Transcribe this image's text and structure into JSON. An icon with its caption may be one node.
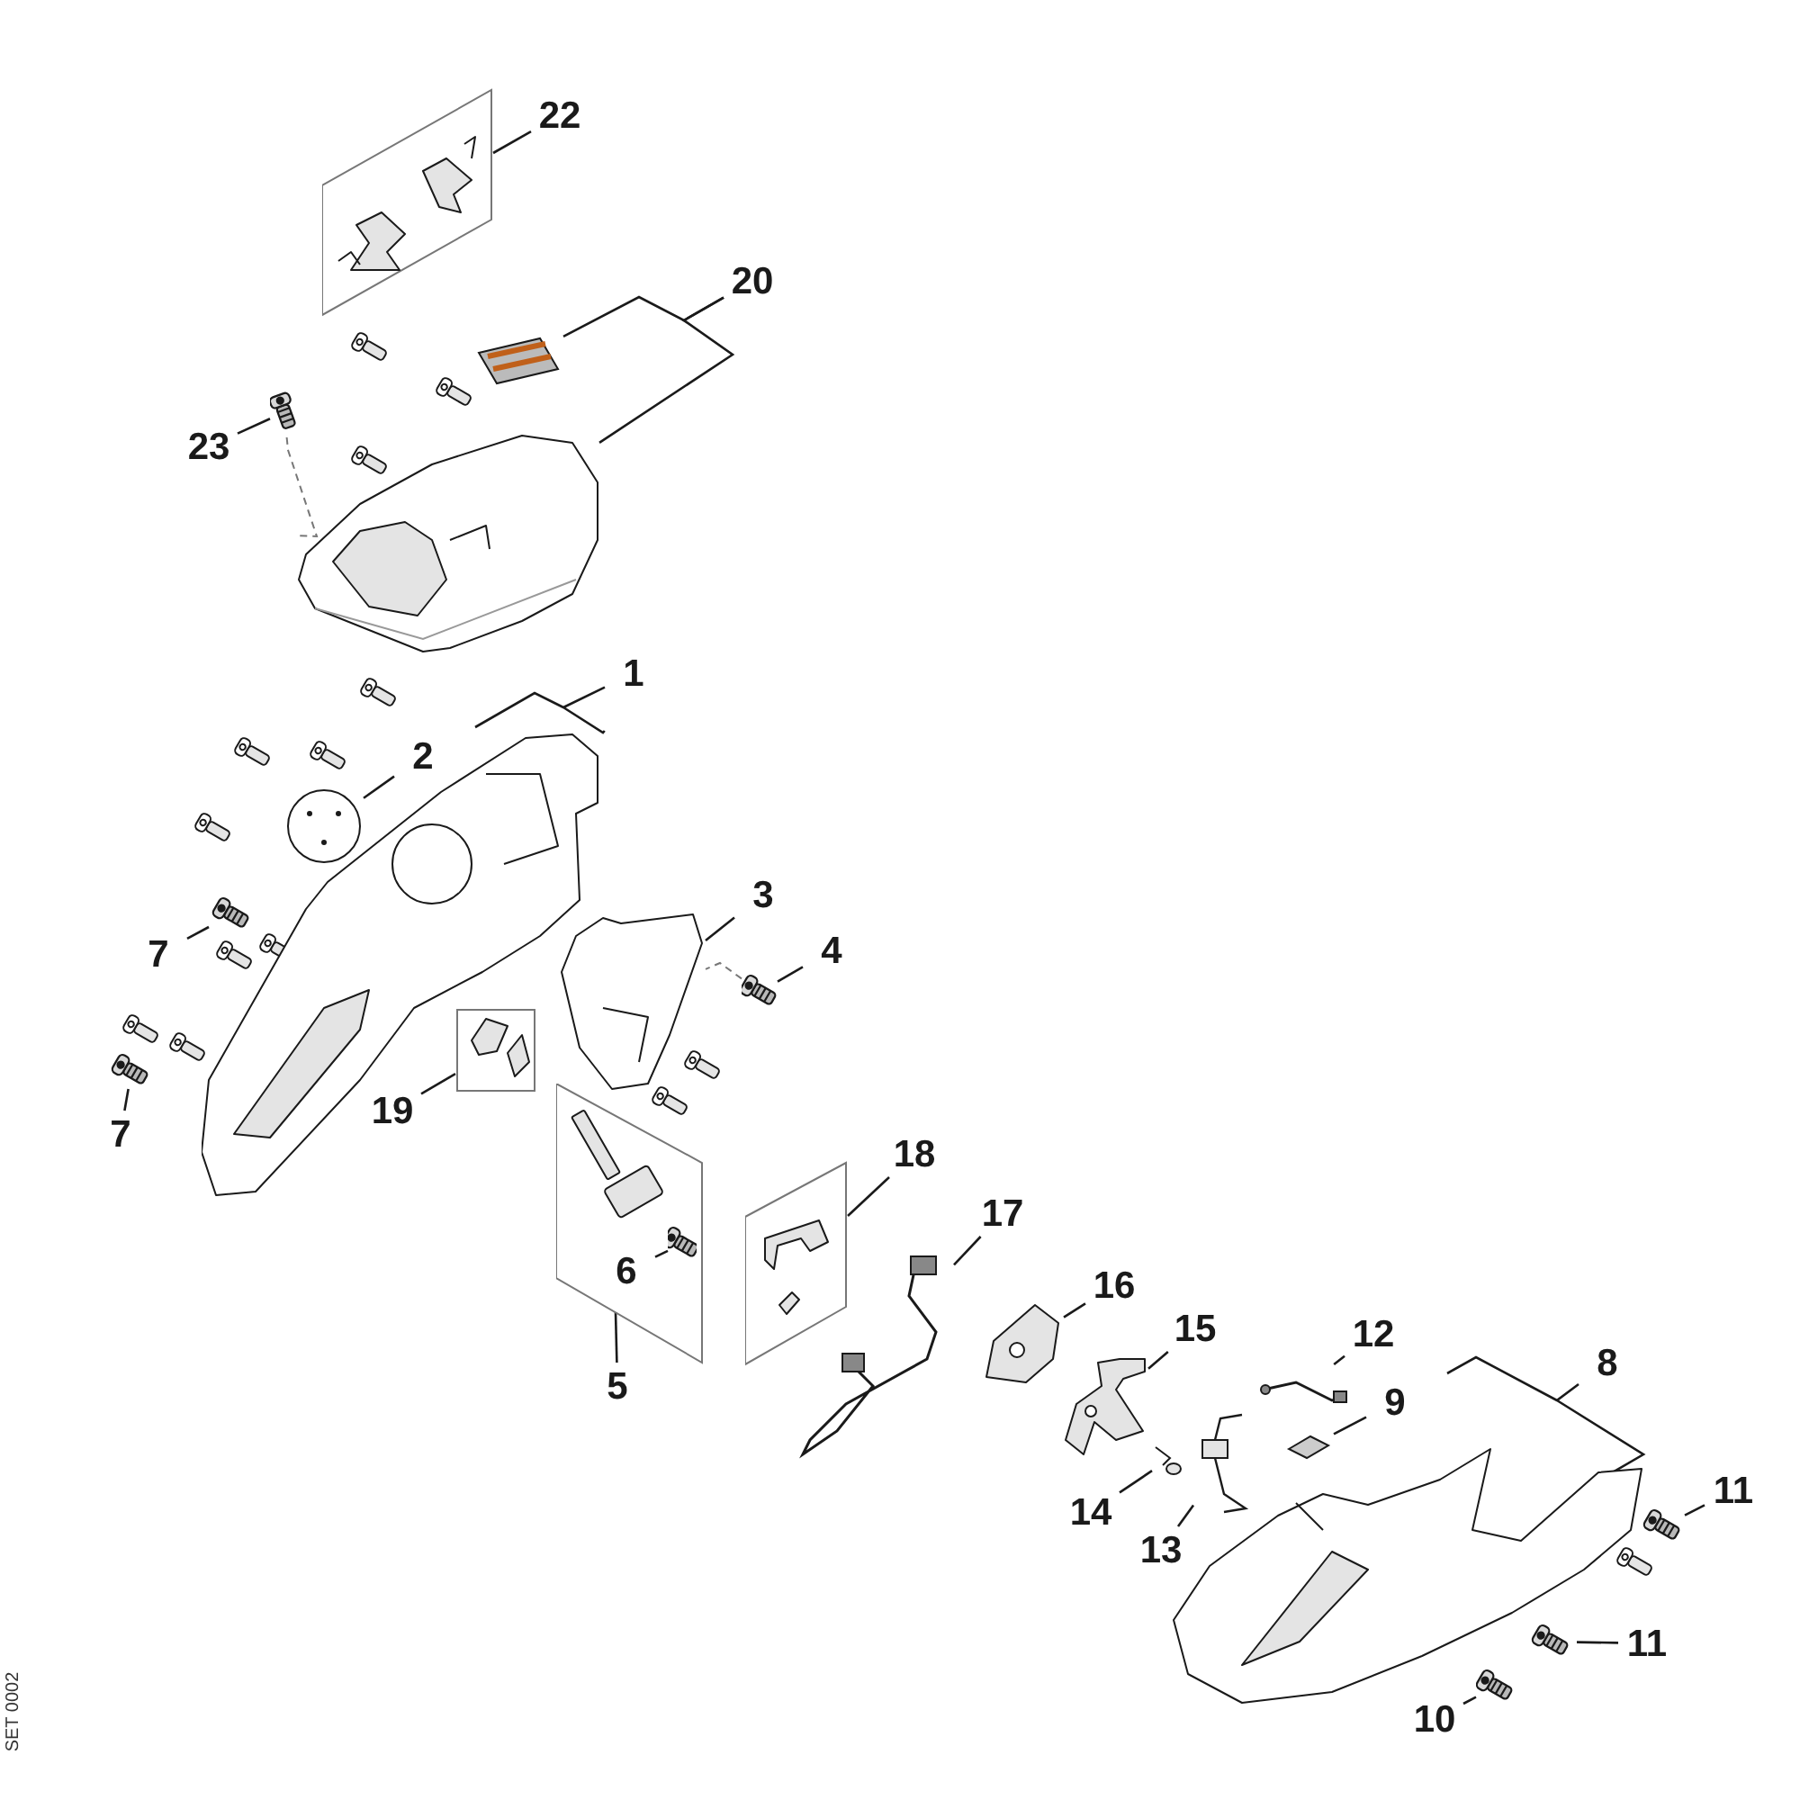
{
  "diagram": {
    "nodes": [
      {
        "text": [
          "22"
        ]
      },
      {
        "text": [],
        "shape": "box"
      },
      {
        "text": [
          "20"
        ]
      },
      {
        "text": [],
        "shape": "picture"
      },
      {
        "text": [],
        "shape": "picture"
      },
      {
        "text": [
          "23"
        ]
      },
      {
        "text": [],
        "shape": "picture"
      },
      {
        "text": [
          "1"
        ]
      },
      {
        "text": [],
        "shape": "picture"
      },
      {
        "text": [
          "2"
        ]
      },
      {
        "text": [],
        "shape": "picture"
      },
      {
        "text": [
          "3"
        ]
      },
      {
        "text": [],
        "shape": "picture"
      },
      {
        "text": [
          "4"
        ]
      },
      {
        "text": [],
        "shape": "picture"
      },
      {
        "text": [
          "7"
        ]
      },
      {
        "text": [],
        "shape": "picture"
      },
      {
        "text": [
          "19"
        ]
      },
      {
        "text": [],
        "shape": "box"
      },
      {
        "text": [
          "7"
        ]
      },
      {
        "text": [],
        "shape": "picture"
      },
      {
        "text": [
          "18"
        ]
      },
      {
        "text": [],
        "shape": "box"
      },
      {
        "text": [
          "17"
        ]
      },
      {
        "text": [],
        "shape": "picture"
      },
      {
        "text": [],
        "shape": "box"
      },
      {
        "text": [
          "6"
        ],
        "in": 25
      },
      {
        "text": [],
        "shape": "picture",
        "in": 25
      },
      {
        "text": [
          "16"
        ]
      },
      {
        "text": [],
        "shape": "picture"
      },
      {
        "text": [
          "15"
        ]
      },
      {
        "text": [],
        "shape": "picture"
      },
      {
        "text": [
          "12"
        ]
      },
      {
        "text": [],
        "shape": "picture"
      },
      {
        "text": [
          "5"
        ]
      },
      {
        "text": [
          "8"
        ]
      },
      {
        "text": [],
        "shape": "picture"
      },
      {
        "text": [
          "9"
        ]
      },
      {
        "text": [],
        "shape": "picture"
      },
      {
        "text": [
          "11"
        ]
      },
      {
        "text": [],
        "shape": "picture"
      },
      {
        "text": [
          "14"
        ]
      },
      {
        "text": [],
        "shape": "picture"
      },
      {
        "text": [
          "13"
        ]
      },
      {
        "text": [],
        "shape": "picture"
      },
      {
        "text": [
          "11"
        ]
      },
      {
        "text": [],
        "shape": "picture"
      },
      {
        "text": [
          "10"
        ]
      },
      {
        "text": [],
        "shape": "picture"
      }
    ],
    "edges": [
      {
        "from": 0,
        "to": 1,
        "arrow": "none"
      },
      {
        "from": 2,
        "to": 3,
        "arrow": "none"
      },
      {
        "from": 2,
        "to": 4,
        "arrow": "none"
      },
      {
        "from": 5,
        "to": 6,
        "arrow": "none"
      },
      {
        "from": 7,
        "to": 8,
        "arrow": "none"
      },
      {
        "from": 9,
        "to": 10,
        "arrow": "none"
      },
      {
        "from": 11,
        "to": 12,
        "arrow": "none"
      },
      {
        "from": 13,
        "to": 14,
        "arrow": "none"
      },
      {
        "from": 15,
        "to": 16,
        "arrow": "none"
      },
      {
        "from": 17,
        "to": 18,
        "arrow": "none"
      },
      {
        "from": 19,
        "to": 20,
        "arrow": "none"
      },
      {
        "from": 21,
        "to": 22,
        "arrow": "none"
      },
      {
        "from": 23,
        "to": 24,
        "arrow": "none"
      },
      {
        "from": 26,
        "to": 27,
        "arrow": "none"
      },
      {
        "from": 28,
        "to": 29,
        "arrow": "none"
      },
      {
        "from": 30,
        "to": 31,
        "arrow": "none"
      },
      {
        "from": 32,
        "to": 33,
        "arrow": "none"
      },
      {
        "from": 34,
        "to": 25,
        "arrow": "none"
      },
      {
        "from": 35,
        "to": 36,
        "arrow": "none"
      },
      {
        "from": 37,
        "to": 38,
        "arrow": "none"
      },
      {
        "from": 39,
        "to": 40,
        "arrow": "none"
      },
      {
        "from": 41,
        "to": 42,
        "arrow": "none"
      },
      {
        "from": 43,
        "to": 44,
        "arrow": "none"
      },
      {
        "from": 45,
        "to": 46,
        "arrow": "none"
      },
      {
        "from": 47,
        "to": 48,
        "arrow": "none"
      },
      {
        "from": 6,
        "to": 4,
        "arrow": "none",
        "style": "dashed",
        "color": "#777777"
      },
      {
        "from": 14,
        "to": 12,
        "arrow": "none",
        "style": "dashed",
        "color": "#777777"
      }
    ],
    "labels": [
      "SET 0002"
    ]
  }
}
